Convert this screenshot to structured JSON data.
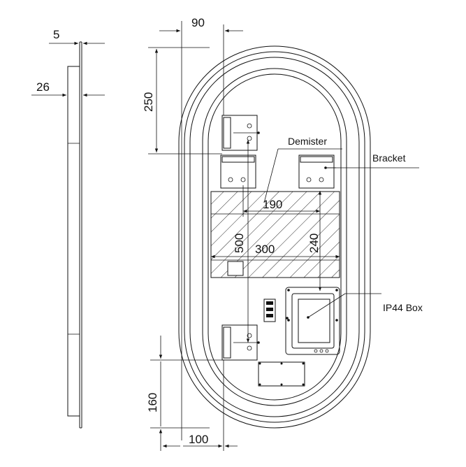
{
  "dimensions": {
    "side_top_thickness": "5",
    "side_body_thickness": "26",
    "top_offset_horizontal": "90",
    "top_offset_vertical": "250",
    "bracket_spacing_horizontal": "190",
    "demister_width": "300",
    "demister_height": "500",
    "bracket_to_box": "240",
    "bottom_offset_vertical": "160",
    "bottom_offset_horizontal": "100"
  },
  "labels": {
    "demister": "Demister",
    "bracket": "Bracket",
    "ip44_box": "IP44 Box"
  }
}
